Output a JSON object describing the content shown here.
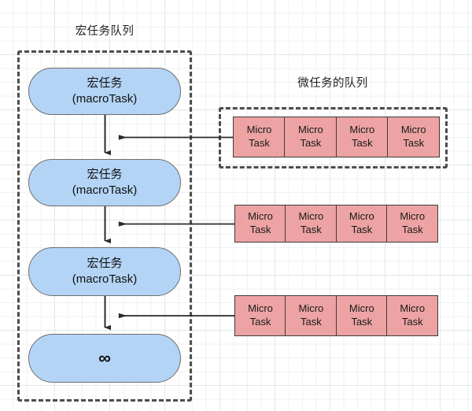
{
  "diagram": {
    "macro_queue": {
      "title": "宏任务队列",
      "tasks": [
        {
          "line1": "宏任务",
          "line2": "(macroTask)"
        },
        {
          "line1": "宏任务",
          "line2": "(macroTask)"
        },
        {
          "line1": "宏任务",
          "line2": "(macroTask)"
        },
        {
          "line1": "∞",
          "line2": ""
        }
      ]
    },
    "micro_queue": {
      "title": "微任务的队列",
      "rows": [
        {
          "boxed": true,
          "cells": [
            {
              "line1": "Micro",
              "line2": "Task"
            },
            {
              "line1": "Micro",
              "line2": "Task"
            },
            {
              "line1": "Micro",
              "line2": "Task"
            },
            {
              "line1": "Micro",
              "line2": "Task"
            }
          ]
        },
        {
          "boxed": false,
          "cells": [
            {
              "line1": "Micro",
              "line2": "Task"
            },
            {
              "line1": "Micro",
              "line2": "Task"
            },
            {
              "line1": "Micro",
              "line2": "Task"
            },
            {
              "line1": "Micro",
              "line2": "Task"
            }
          ]
        },
        {
          "boxed": false,
          "cells": [
            {
              "line1": "Micro",
              "line2": "Task"
            },
            {
              "line1": "Micro",
              "line2": "Task"
            },
            {
              "line1": "Micro",
              "line2": "Task"
            },
            {
              "line1": "Micro",
              "line2": "Task"
            }
          ]
        }
      ]
    },
    "colors": {
      "macro_fill": "#b3d4f5",
      "macro_stroke": "#6e6e6e",
      "micro_fill": "#eda3a3",
      "micro_stroke": "#3c3c3c",
      "dashed_stroke": "#4d4d4d",
      "arrow_stroke": "#2b2b2b",
      "grid_minor": "#f0f1f2",
      "grid_major": "#e4e6e8"
    }
  }
}
